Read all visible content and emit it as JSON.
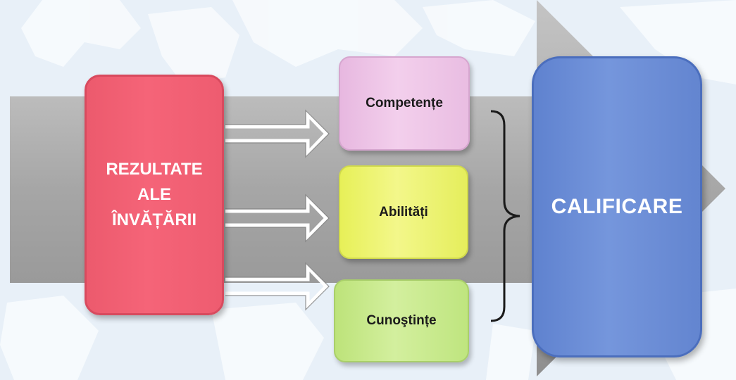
{
  "diagram": {
    "source_box": {
      "label_lines": [
        "REZULTATE",
        "ALE",
        "ÎNVĂȚĂRII"
      ]
    },
    "components": [
      {
        "label": "Competențe"
      },
      {
        "label": "Abilități"
      },
      {
        "label": "Cunoştințe"
      }
    ],
    "result_box": {
      "label": "CALIFICARE"
    },
    "colors": {
      "source_box": "#f56478",
      "competente_box": "#f3cfec",
      "abilitati_box": "#f3f78a",
      "cunostinte_box": "#d3ef9e",
      "result_box": "#7596dc",
      "band": "#a8a8a8"
    }
  }
}
